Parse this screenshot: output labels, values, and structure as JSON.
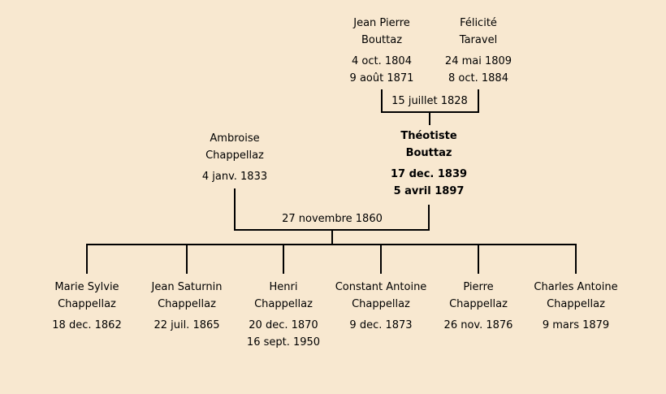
{
  "colors": {
    "background": "#f8e8d0",
    "line": "#000000",
    "text": "#000000"
  },
  "tree": {
    "grandfather": {
      "name_lines": [
        "Jean Pierre",
        "Bouttaz"
      ],
      "dates": [
        "4 oct. 1804",
        "9 août 1871"
      ]
    },
    "grandmother": {
      "name_lines": [
        "Félicité",
        "Taravel"
      ],
      "dates": [
        "24 mai 1809",
        "8 oct. 1884"
      ]
    },
    "marriage1": {
      "date": "15 juillet 1828"
    },
    "father": {
      "name_lines": [
        "Ambroise",
        "Chappellaz"
      ],
      "dates": [
        "4 janv. 1833"
      ]
    },
    "mother": {
      "name_lines": [
        "Théotiste",
        "Bouttaz"
      ],
      "dates": [
        "17 dec. 1839",
        "5 avril 1897"
      ]
    },
    "marriage2": {
      "date": "27 novembre 1860"
    },
    "children": [
      {
        "name_lines": [
          "Marie Sylvie",
          "Chappellaz"
        ],
        "dates": [
          "18 dec. 1862"
        ]
      },
      {
        "name_lines": [
          "Jean Saturnin",
          "Chappellaz"
        ],
        "dates": [
          "22 juil. 1865"
        ]
      },
      {
        "name_lines": [
          "Henri",
          "Chappellaz"
        ],
        "dates": [
          "20 dec. 1870",
          "16 sept. 1950"
        ]
      },
      {
        "name_lines": [
          "Constant Antoine",
          "Chappellaz"
        ],
        "dates": [
          "9 dec. 1873"
        ]
      },
      {
        "name_lines": [
          "Pierre",
          "Chappellaz"
        ],
        "dates": [
          "26 nov. 1876"
        ]
      },
      {
        "name_lines": [
          "Charles Antoine",
          "Chappellaz"
        ],
        "dates": [
          "9 mars 1879"
        ]
      }
    ]
  }
}
